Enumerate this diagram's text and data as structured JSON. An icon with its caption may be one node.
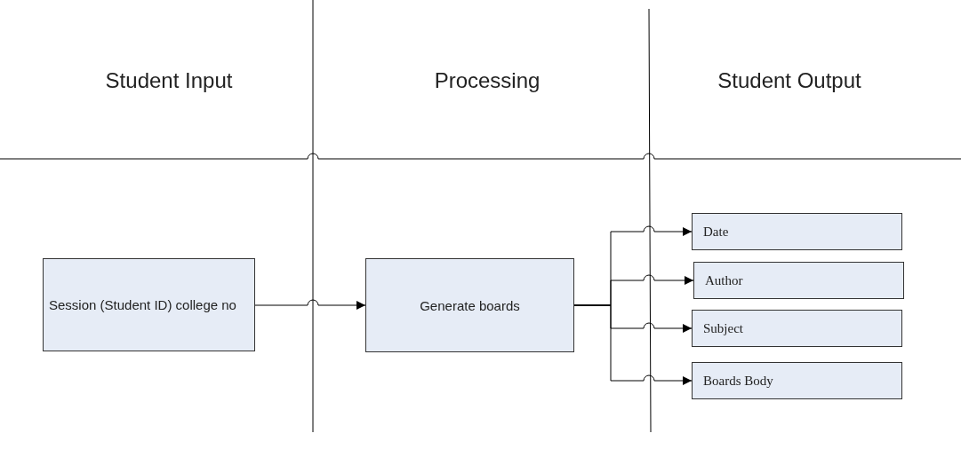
{
  "diagram": {
    "nodes": [
      {
        "text": [
          "Session (Student ID) college no"
        ]
      },
      {
        "text": [
          "Generate boards"
        ]
      },
      {
        "text": [
          "Date"
        ]
      },
      {
        "text": [
          "Author"
        ]
      },
      {
        "text": [
          "Subject"
        ]
      },
      {
        "text": [
          "Boards Body"
        ]
      }
    ],
    "edges": [
      {
        "from": 0,
        "to": 1,
        "arrow": "to"
      },
      {
        "from": 1,
        "to": 2,
        "arrow": "to"
      },
      {
        "from": 1,
        "to": 3,
        "arrow": "to"
      },
      {
        "from": 1,
        "to": 4,
        "arrow": "to"
      },
      {
        "from": 1,
        "to": 5,
        "arrow": "to"
      }
    ],
    "labels": [
      "Student Input",
      "Processing",
      "Student Output"
    ]
  }
}
